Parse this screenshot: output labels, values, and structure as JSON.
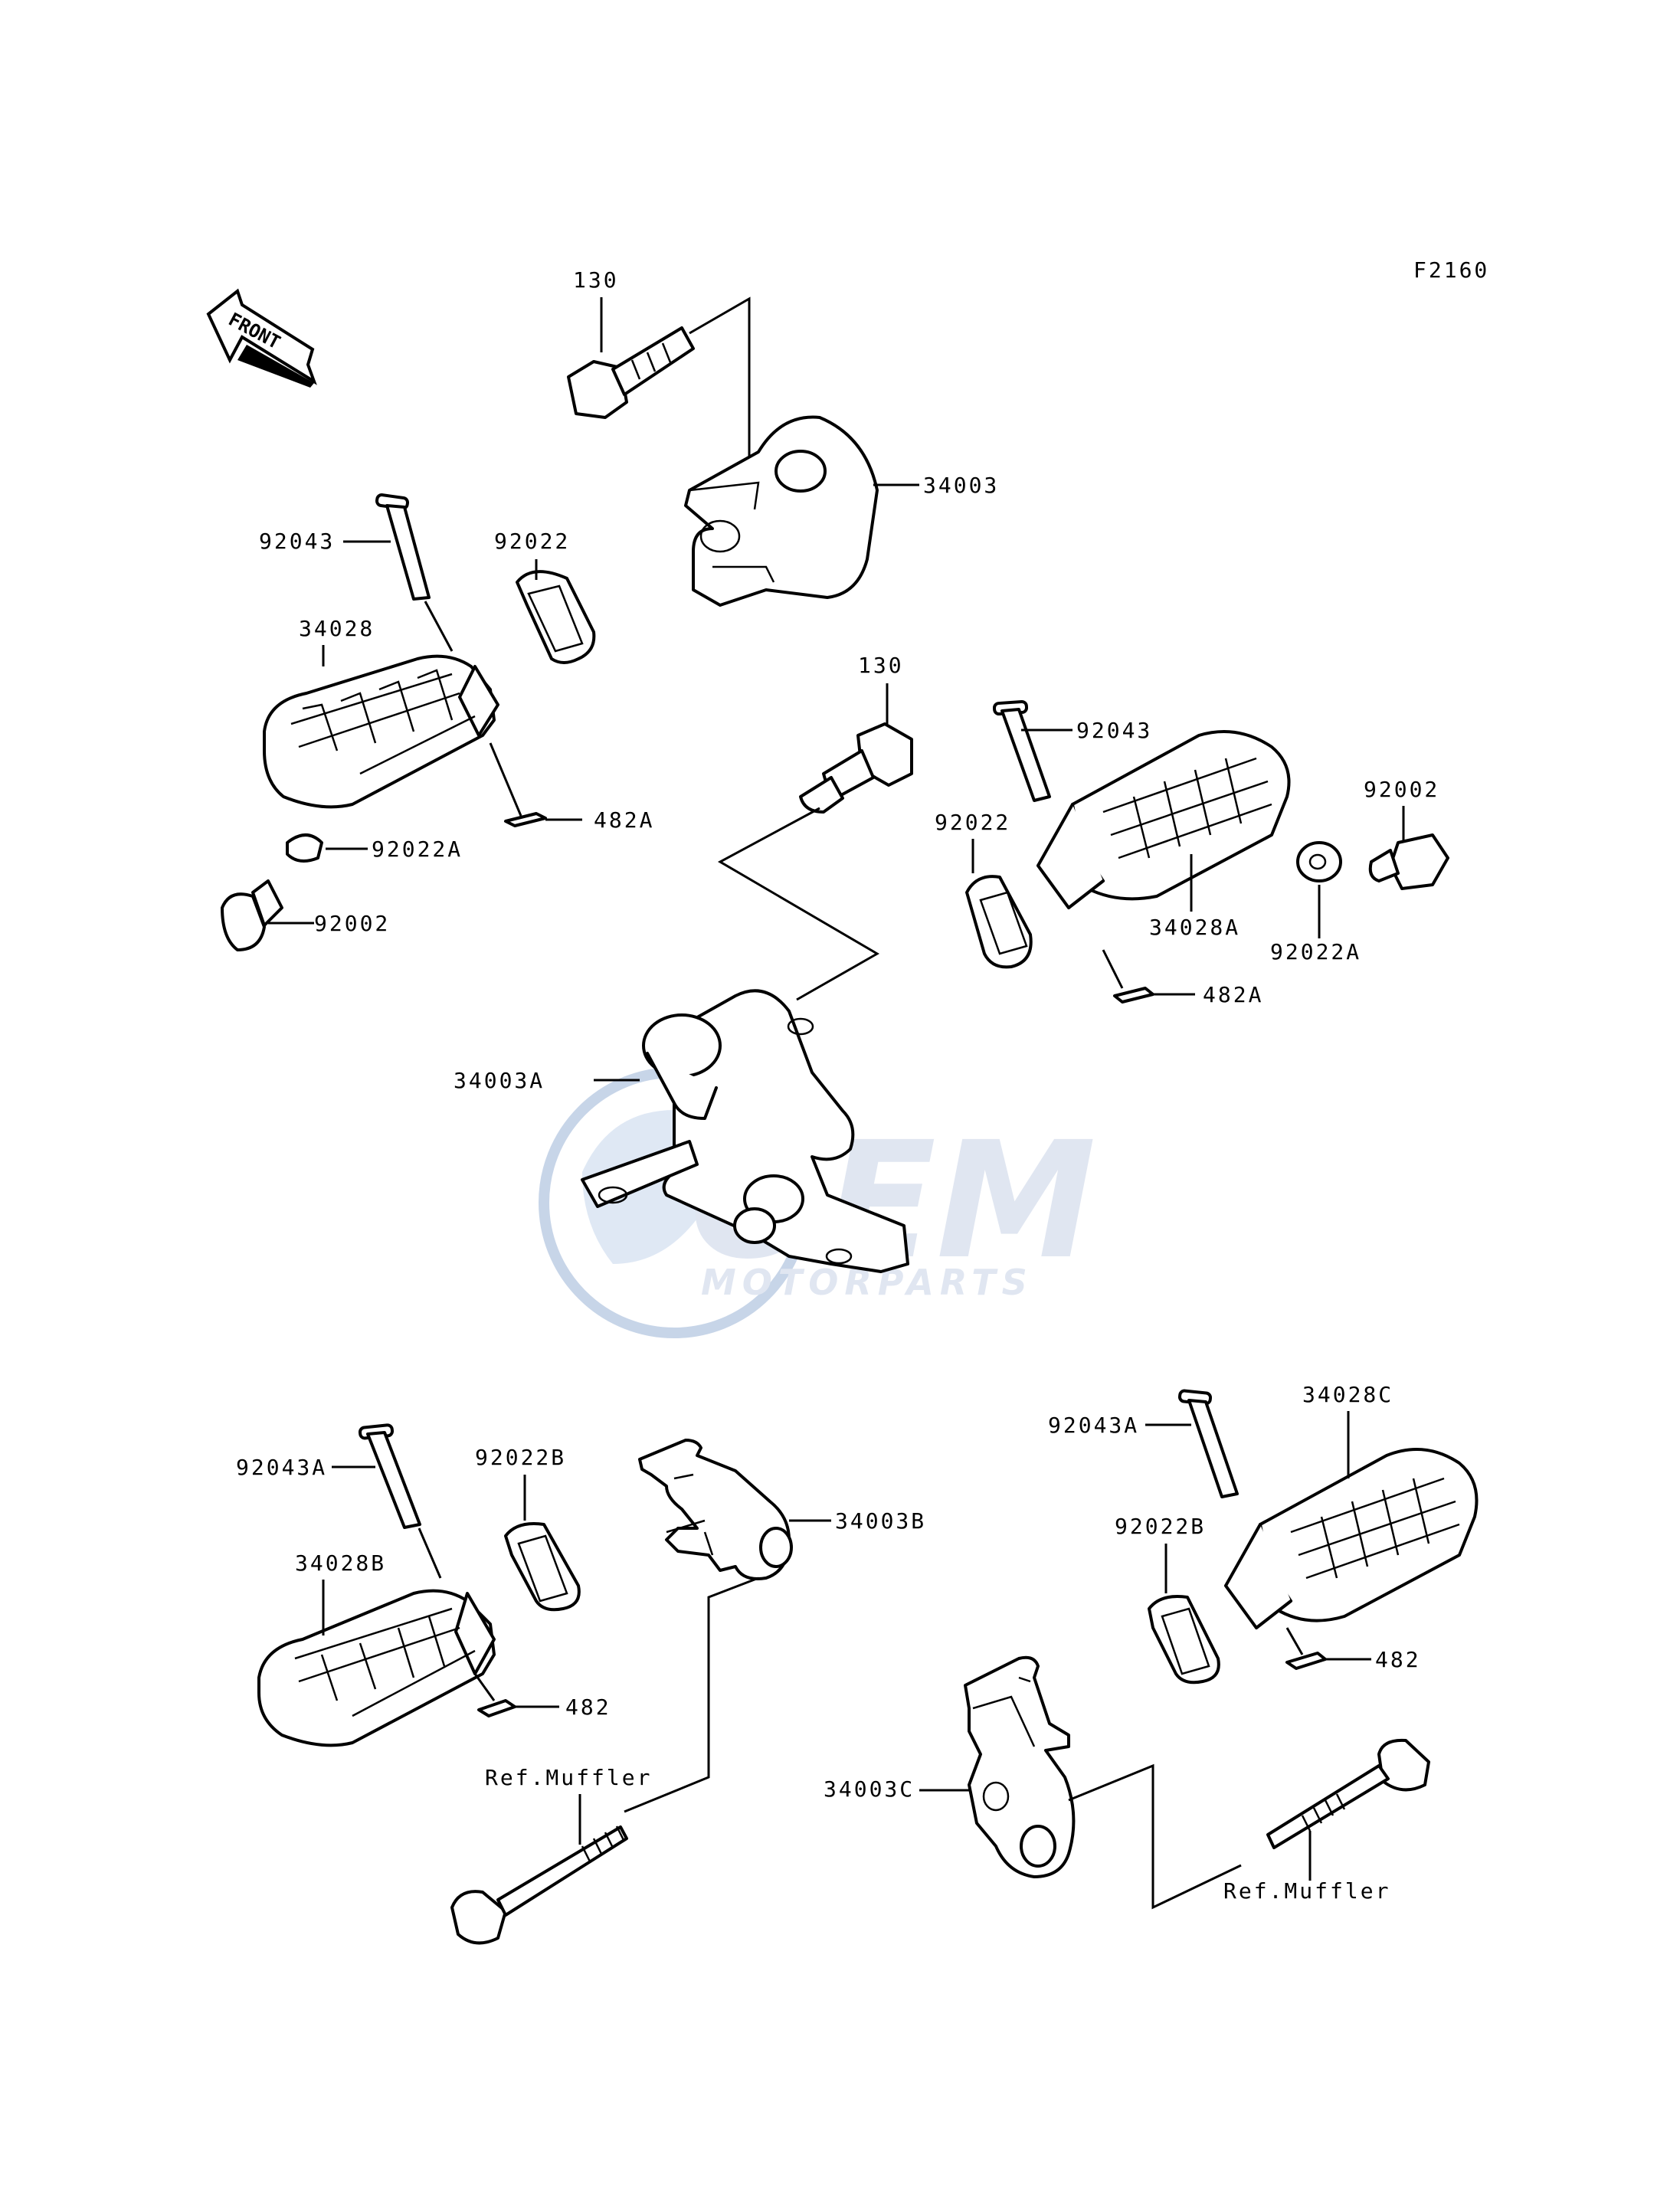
{
  "figure_code": "F2160",
  "front_label": "FRONT",
  "watermark": {
    "brand": "OEM",
    "subtitle": "MOTORPARTS",
    "color": "#9bb3d6"
  },
  "parts": {
    "bolt_130_top": "130",
    "bracket_34003": "34003",
    "pin_92043_left": "92043",
    "rubber_92022_left": "92022",
    "footpeg_34028": "34028",
    "clip_482a_left": "482A",
    "washer_92022a_left": "92022A",
    "stopper_92002_left": "92002",
    "bolt_130_mid": "130",
    "pin_92043_right": "92043",
    "stopper_92002_right": "92002",
    "rubber_92022_right": "92022",
    "footpeg_34028a": "34028A",
    "washer_92022a_right": "92022A",
    "clip_482a_right": "482A",
    "bracket_34003a": "34003A",
    "pin_92043a_left": "92043A",
    "rubber_92022b_left": "92022B",
    "footpeg_34028b": "34028B",
    "clip_482_left": "482",
    "bracket_34003b": "34003B",
    "ref_muffler_left": "Ref.Muffler",
    "pin_92043a_right": "92043A",
    "footpeg_34028c": "34028C",
    "rubber_92022b_right": "92022B",
    "clip_482_right": "482",
    "bracket_34003c": "34003C",
    "ref_muffler_right": "Ref.Muffler"
  }
}
